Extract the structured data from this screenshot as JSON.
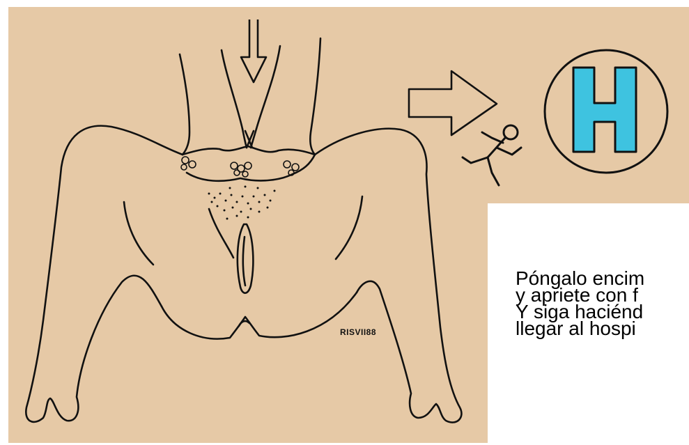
{
  "illustration": {
    "artist_signature": "RISVII88",
    "hospital_sign_letter": "H",
    "colors": {
      "panel_background": "#e6c9a6",
      "hospital_letter_fill": "#3ec3e0",
      "line_color": "#111111"
    },
    "icons": [
      "down-arrow-icon",
      "right-arrow-icon",
      "running-person-icon",
      "hospital-sign-icon"
    ]
  },
  "caption": {
    "lines": [
      "Póngalo encim",
      "y apriete con f",
      "Y siga haciénd",
      "llegar al hospi"
    ]
  }
}
